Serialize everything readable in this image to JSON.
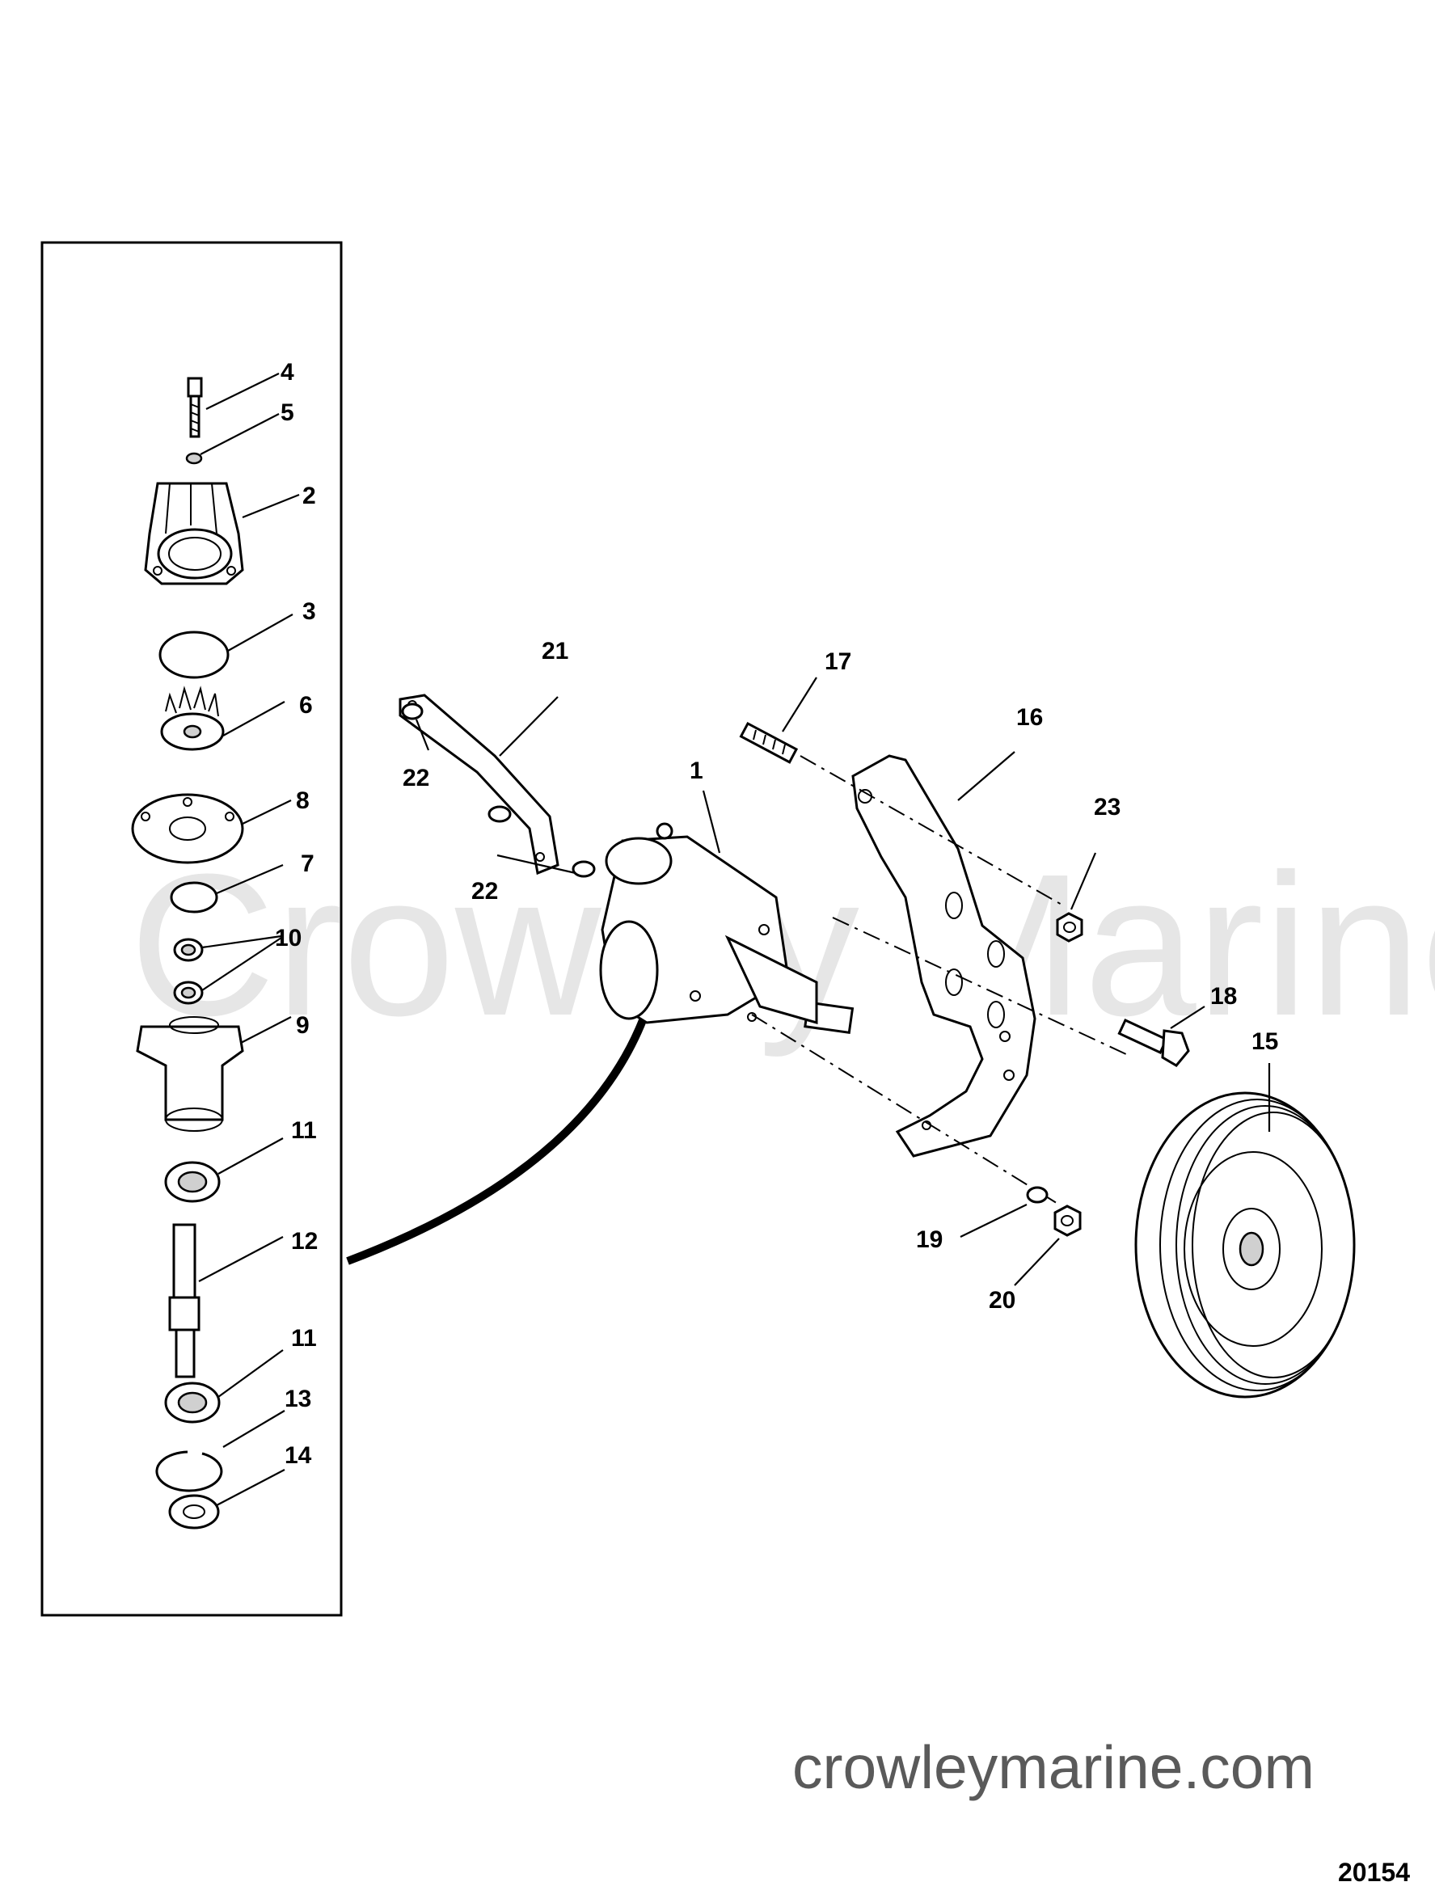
{
  "diagram": {
    "watermark": "Crowley Marine",
    "site_label": "crowleymarine.com",
    "figure_number": "20154",
    "callouts": {
      "c1": "1",
      "c2": "2",
      "c3": "3",
      "c4": "4",
      "c5": "5",
      "c6": "6",
      "c7": "7",
      "c8": "8",
      "c9": "9",
      "c10": "10",
      "c11a": "11",
      "c11b": "11",
      "c12": "12",
      "c13": "13",
      "c14": "14",
      "c15": "15",
      "c16": "16",
      "c17": "17",
      "c18": "18",
      "c19": "19",
      "c20": "20",
      "c21": "21",
      "c22a": "22",
      "c22b": "22",
      "c23": "23"
    }
  }
}
